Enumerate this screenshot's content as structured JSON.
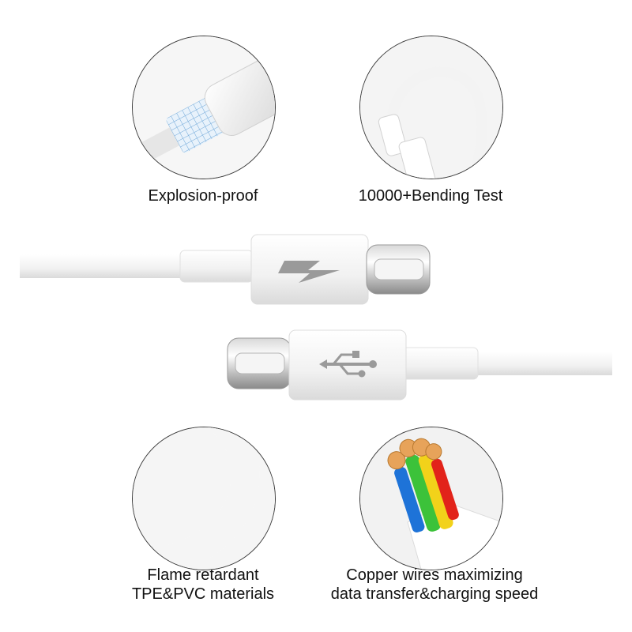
{
  "features": {
    "explosion_proof": {
      "label": "Explosion-proof"
    },
    "bending_test": {
      "label": "10000+Bending Test"
    },
    "flame_retardant": {
      "line1": "Flame retardant",
      "line2": "TPE&PVC materials"
    },
    "copper_wires": {
      "line1": "Copper wires maximizing",
      "line2": "data transfer&charging speed"
    }
  },
  "icons": {
    "upper_connector_icon": "lightning-bolt-icon",
    "lower_connector_icon": "usb-symbol-icon"
  },
  "colors": {
    "circle_border": "#3a3a3a",
    "cable_white": "#f4f4f4",
    "icon_gray": "#9a9a9a",
    "wire_yellow": "#f2d21a",
    "wire_green": "#3cc23a",
    "wire_red": "#e2231a",
    "wire_blue": "#1e73d8",
    "copper": "#e7a35a"
  }
}
